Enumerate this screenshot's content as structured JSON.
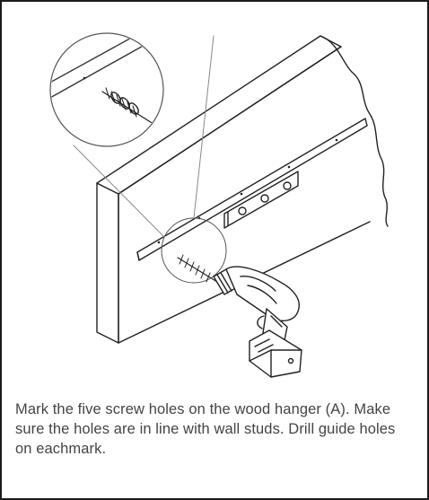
{
  "instruction": {
    "text": "Mark the five screw holes on the wood hanger (A). Make sure the holes are in line with wall studs. Drill guide holes on eachmark."
  },
  "illustration": {
    "icons": [
      "wall-panel",
      "wood-hanger",
      "bracket",
      "power-drill",
      "drill-bit",
      "zoom-callout"
    ]
  }
}
